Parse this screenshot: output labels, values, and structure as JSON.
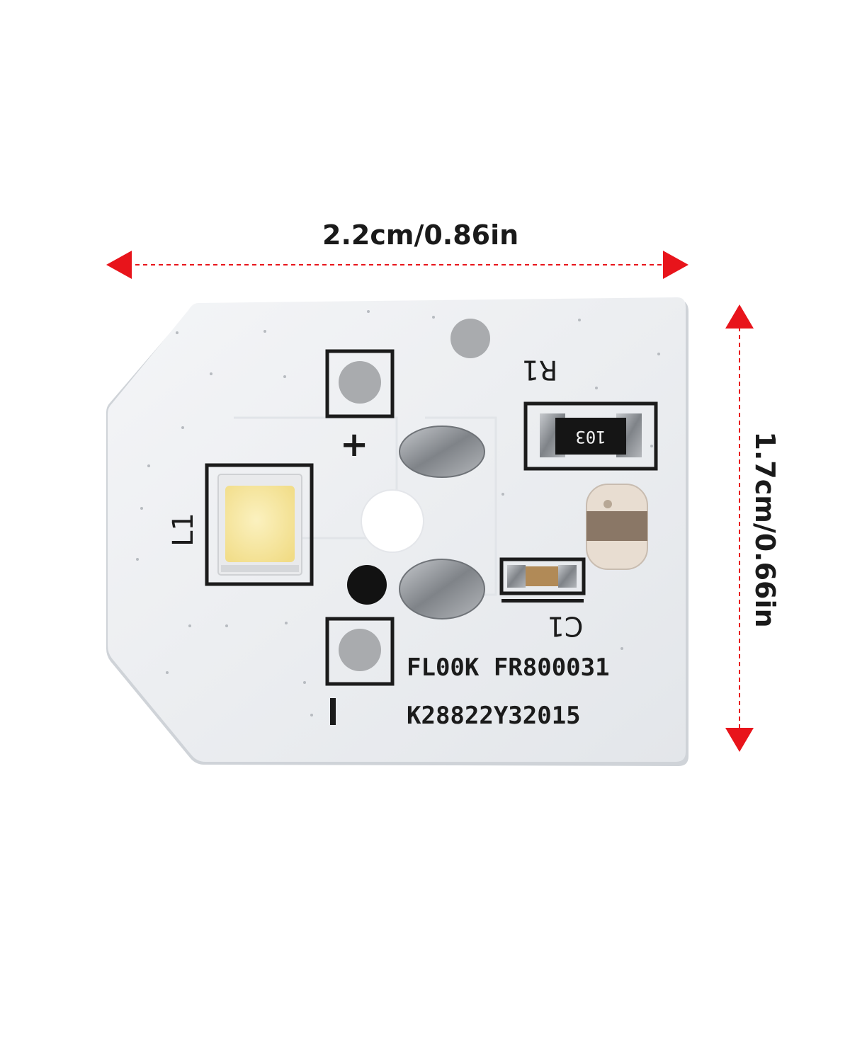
{
  "dimensions": {
    "width_label": "2.2cm/0.86in",
    "height_label": "1.7cm/0.66in",
    "arrow_color": "#e8141b"
  },
  "board": {
    "silkscreen": {
      "plus": "+",
      "minus": "I",
      "led": "L1",
      "resistor": "R1",
      "capacitor": "C1",
      "model": "FL00K  FR800031",
      "serial": "K28822Y32015",
      "resistor_code": "103"
    },
    "colors": {
      "board": "#eef0f3",
      "silk": "#1b1b1b",
      "pad": "#a9abae",
      "led_emitter": "#f8e9a6",
      "solder": "#9da1a6"
    }
  }
}
